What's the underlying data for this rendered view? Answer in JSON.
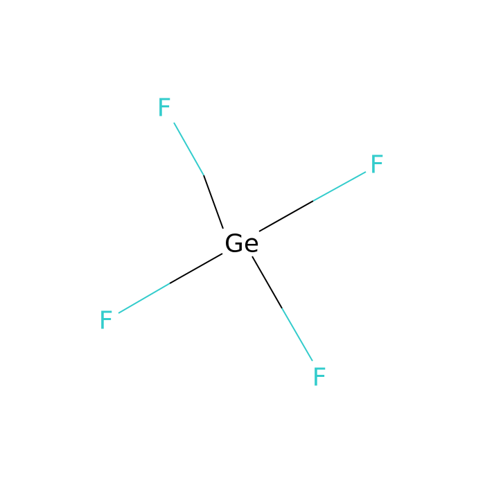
{
  "molecule": {
    "colors": {
      "background": "#FFFFFF",
      "germanium": "#000000",
      "fluorine": "#33CCCC"
    },
    "center_atom": {
      "symbol": "Ge",
      "element": "germanium"
    },
    "ligands": [
      {
        "symbol": "F",
        "element": "fluorine"
      },
      {
        "symbol": "F",
        "element": "fluorine"
      },
      {
        "symbol": "F",
        "element": "fluorine"
      },
      {
        "symbol": "F",
        "element": "fluorine"
      }
    ],
    "bonds": [
      {
        "from": "Ge",
        "to_ligand": 0,
        "order": 1
      },
      {
        "from": "Ge",
        "to_ligand": 1,
        "order": 1
      },
      {
        "from": "Ge",
        "to_ligand": 2,
        "order": 1
      },
      {
        "from": "Ge",
        "to_ligand": 3,
        "order": 1
      }
    ]
  }
}
